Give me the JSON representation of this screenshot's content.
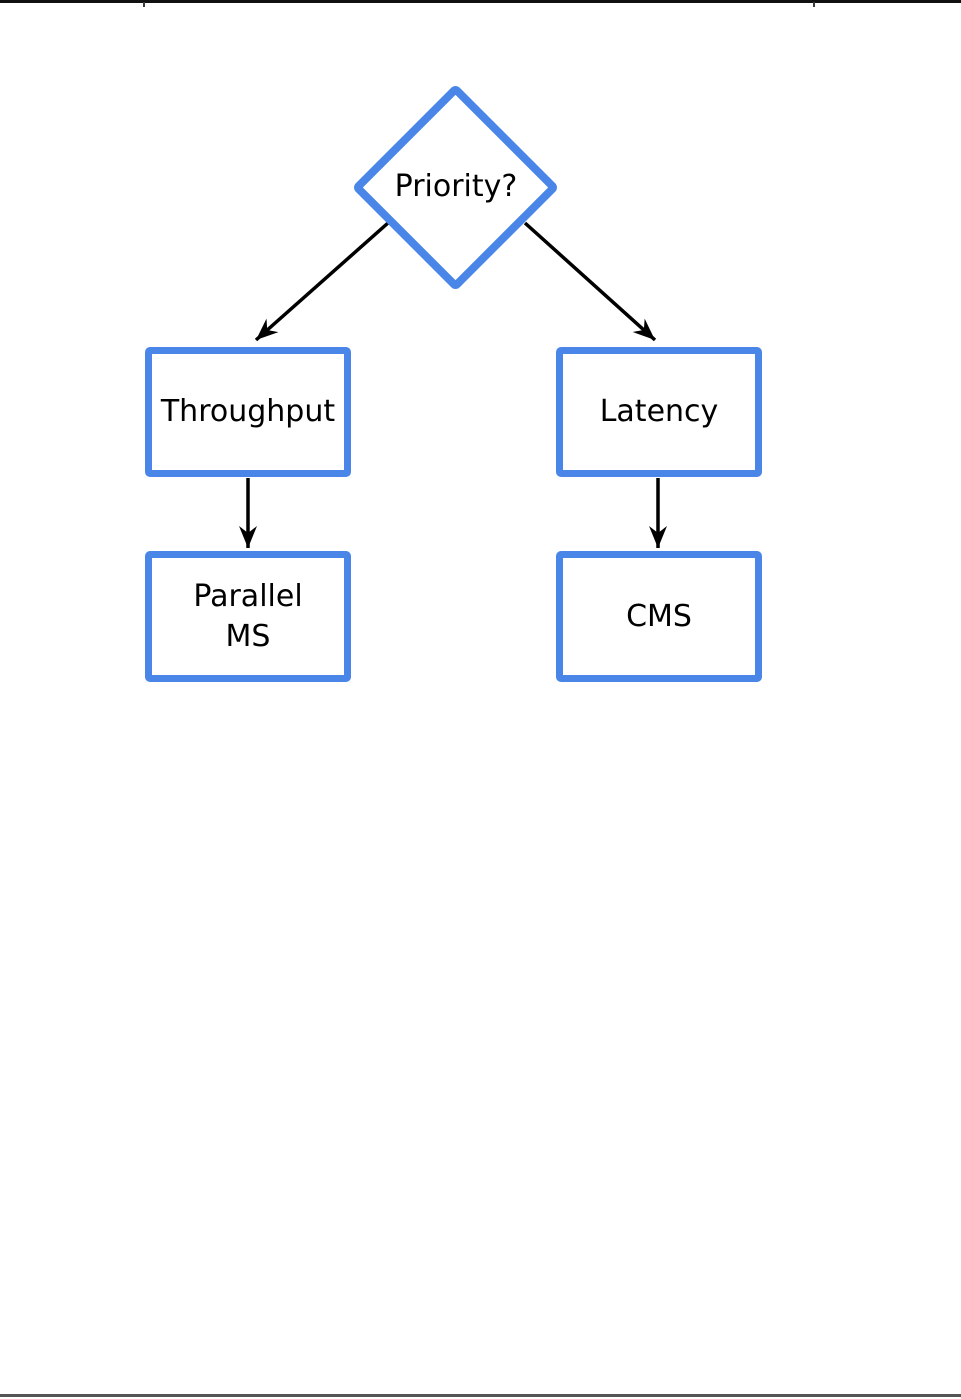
{
  "page": {
    "kind": "document-page-with-flowchart",
    "background": "#ffffff",
    "top_rule_color": "#111111",
    "bottom_rule_color": "#555555"
  },
  "colors": {
    "accent": "#4a86e8",
    "arrow": "#000000",
    "text": "#000000"
  },
  "diagram": {
    "type": "flowchart",
    "nodes": {
      "priority": {
        "shape": "diamond",
        "label": "Priority?"
      },
      "throughput": {
        "shape": "rect",
        "label": "Throughput"
      },
      "latency": {
        "shape": "rect",
        "label": "Latency"
      },
      "parallel_ms": {
        "shape": "rect",
        "lines": [
          "Parallel",
          "MS"
        ]
      },
      "cms": {
        "shape": "rect",
        "label": "CMS"
      }
    },
    "edges": [
      {
        "from": "priority",
        "to": "throughput"
      },
      {
        "from": "priority",
        "to": "latency"
      },
      {
        "from": "throughput",
        "to": "parallel_ms"
      },
      {
        "from": "latency",
        "to": "cms"
      }
    ]
  }
}
